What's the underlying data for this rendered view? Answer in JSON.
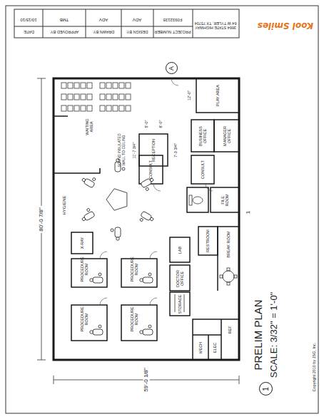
{
  "diagram": {
    "title": "PRELIM PLAN",
    "nodes": [
      {
        "text": [
          "A"
        ]
      },
      {
        "text": [
          "1"
        ]
      }
    ],
    "labels": [
      "3864 STATE HIGHWAY 64 W TYLER, TX 75704",
      "PROJECT NUMBER",
      "F0932135",
      "DESIGN BY:",
      "ADV",
      "DRAWN BY:",
      "ADV",
      "APPROVED BY:",
      "TMB",
      "DATE:",
      "10/15/10",
      "Kool Smiles",
      "80'-0 7/8\"",
      "59'-0 1/8\"",
      "WAITING AREA",
      "SOUND INSULATED WALL TO CEILING",
      "11'-7 3/4\"",
      "RECEPTION",
      "5'-0\"",
      "6'-0\"",
      "7'-3 3/4\"",
      "12'-0\"",
      "PLAY AREA",
      "BUSINESS OFFICE",
      "MANAGER OFFICE",
      "CONSULT",
      "CONSULT",
      "FILE ROOM",
      "HYGIENE",
      "X-RAY",
      "RESTROOM",
      "BREAK ROOM",
      "LAB",
      "DOCTOR OFFICE",
      "STORAGE",
      "MECH",
      "ELEC",
      "REF",
      "PROCEDURE ROOM",
      "PROCEDURE ROOM",
      "PROCEDURE ROOM",
      "PROCEDURE ROOM",
      "1",
      "SCALE: 3/32\" = 1'-0\"",
      "Copyright 2010 by JSG, Inc."
    ]
  }
}
